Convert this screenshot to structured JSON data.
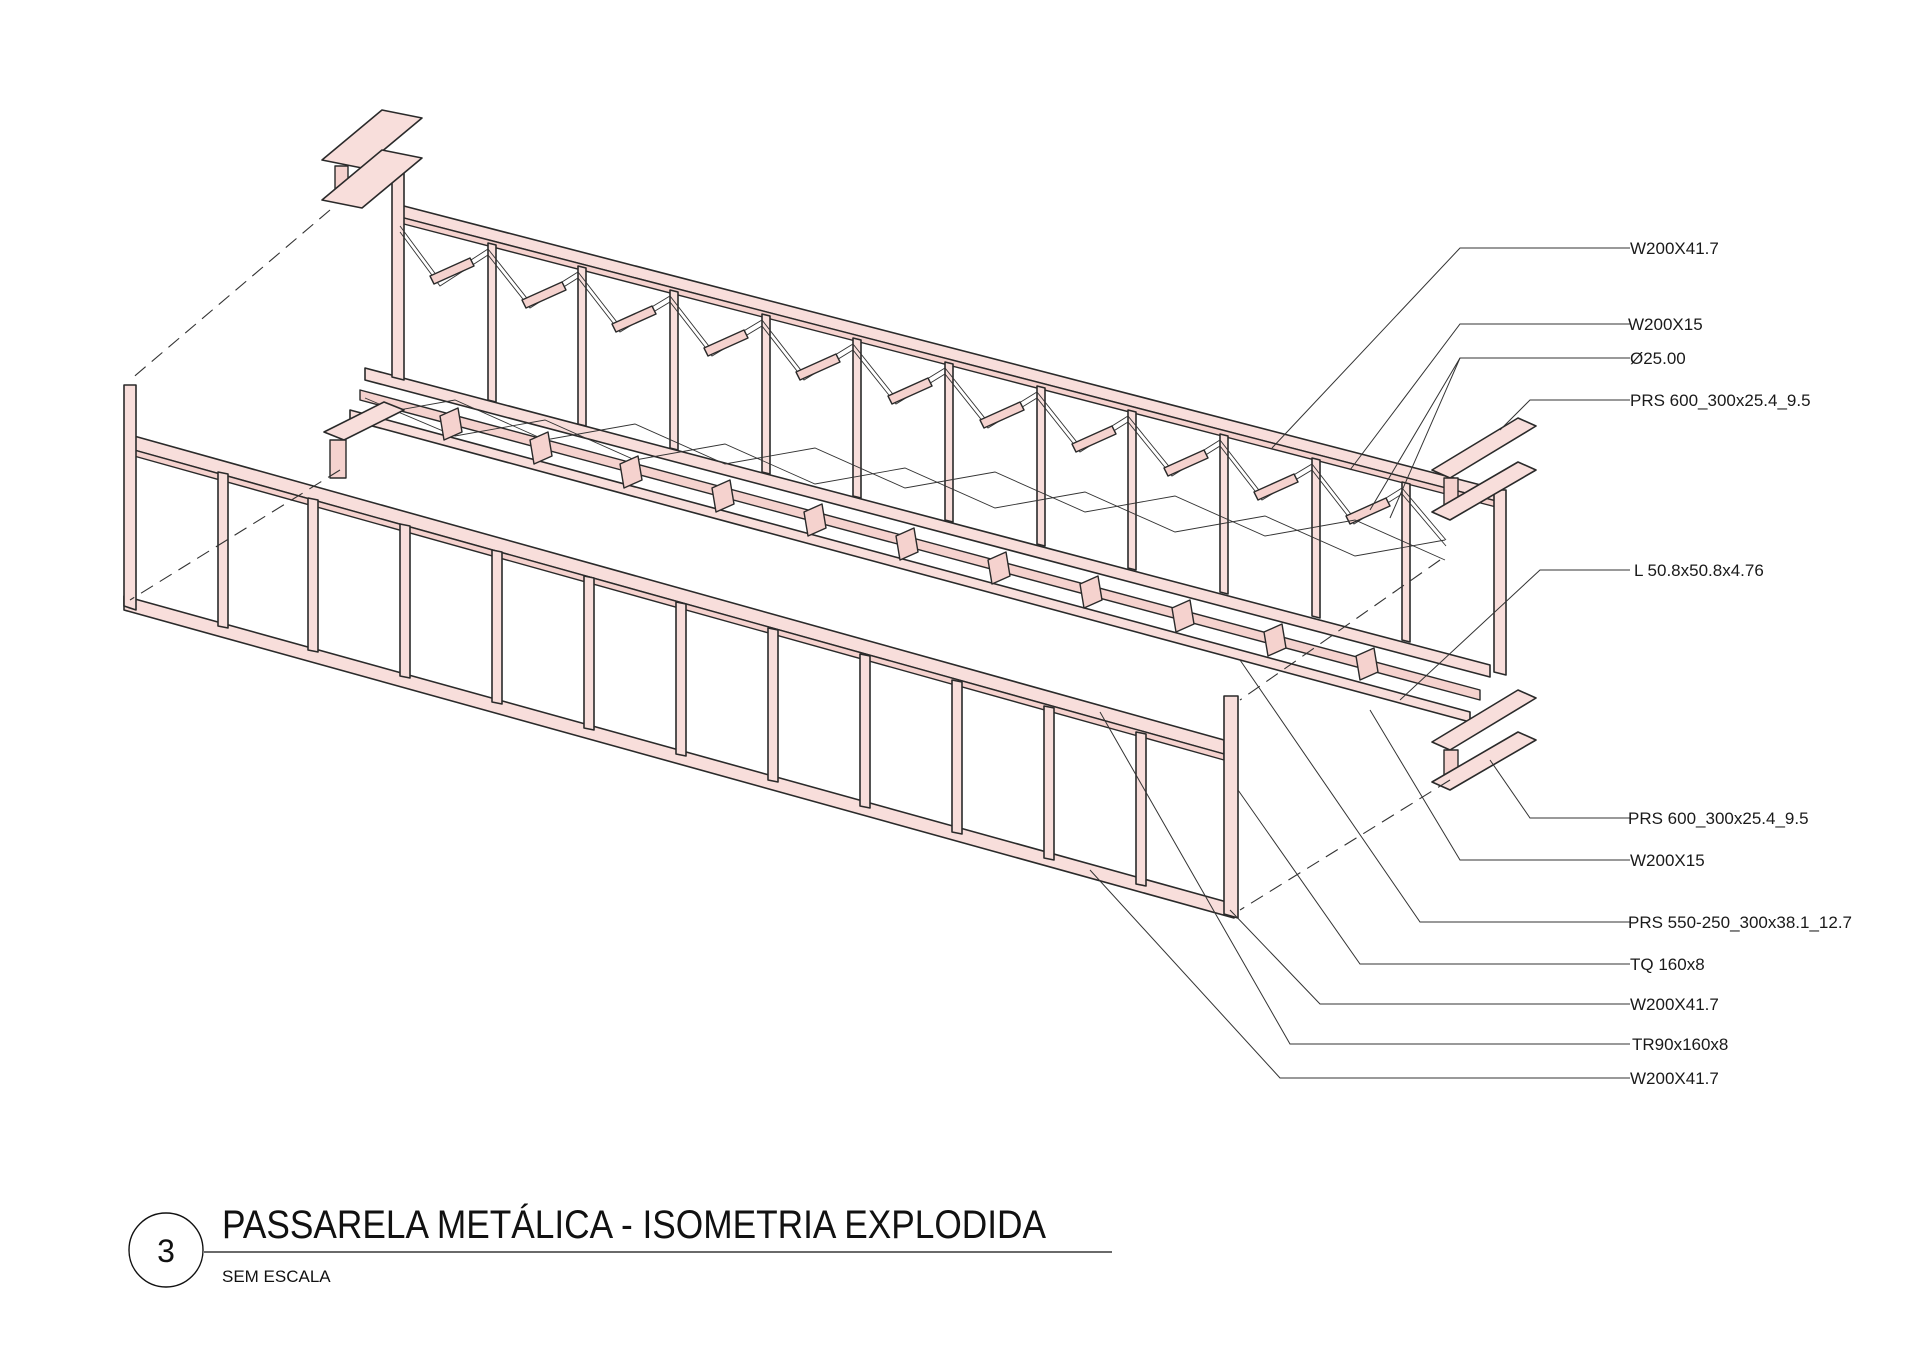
{
  "drawing": {
    "number": "3",
    "title": "PASSARELA METÁLICA - ISOMETRIA EXPLODIDA",
    "scale_note": "SEM ESCALA",
    "colors": {
      "steel_fill": "#f8dedb",
      "line": "#2a2a2a"
    }
  },
  "callouts": [
    "W200X41.7",
    "W200X15",
    "Ø25.00",
    "PRS 600_300x25.4_9.5",
    "L 50.8x50.8x4.76",
    "PRS 600_300x25.4_9.5",
    "W200X15",
    "PRS 550-250_300x38.1_12.7",
    "TQ 160x8",
    "W200X41.7",
    "TR90x160x8",
    "W200X41.7"
  ]
}
